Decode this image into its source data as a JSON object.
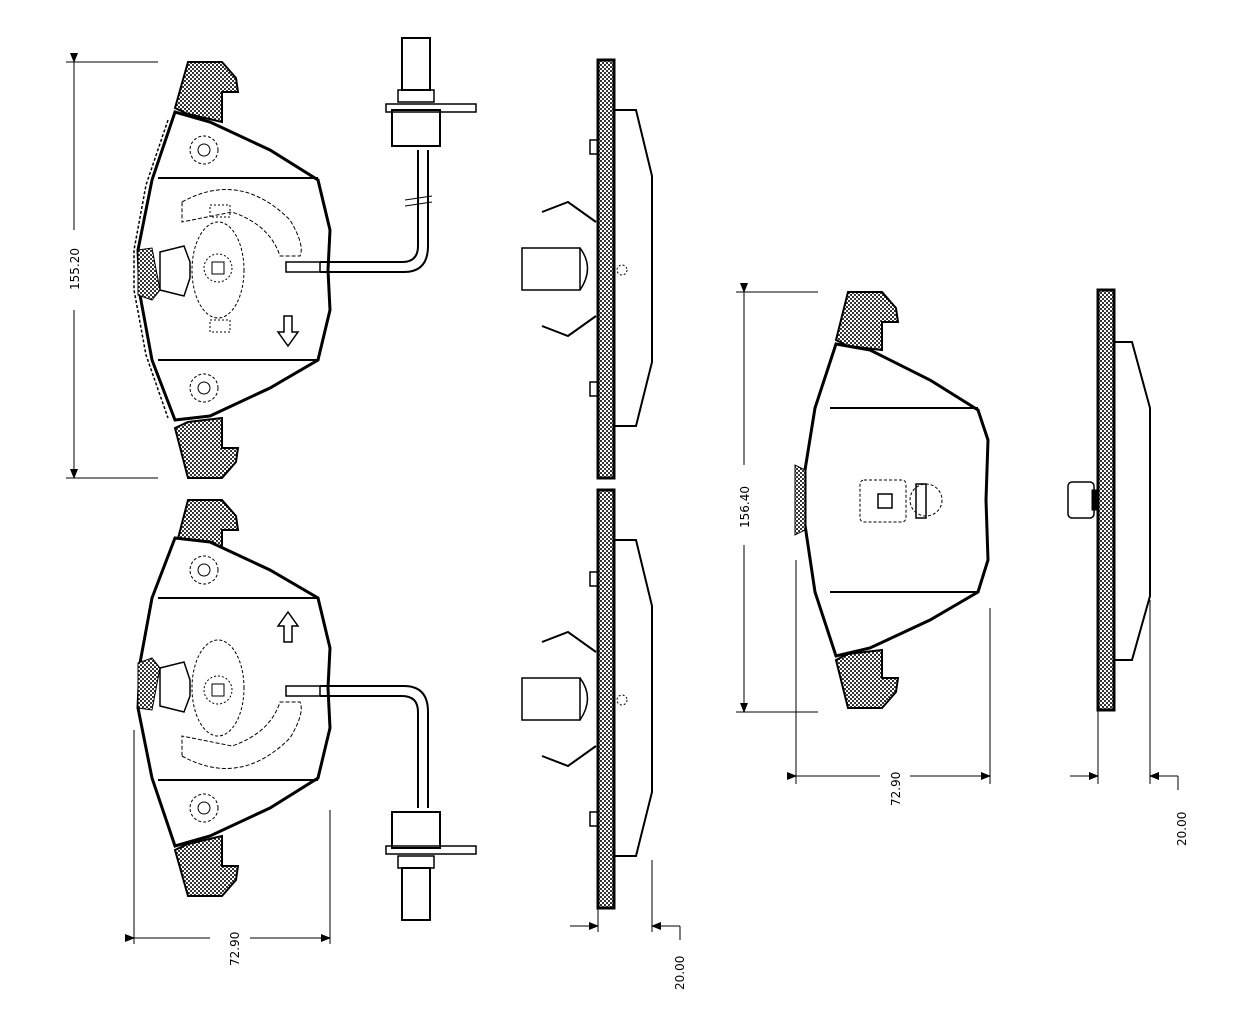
{
  "drawing": {
    "title": "Brake pad set technical drawing",
    "colors": {
      "line": "#000000",
      "background": "#ffffff",
      "hatch": "#555555"
    }
  },
  "dimensions": {
    "pad_a_height": "155.20",
    "pad_a_width": "72.90",
    "pad_a_thickness": "20.00",
    "pad_b_height": "156.40",
    "pad_b_width": "72.90",
    "pad_b_thickness": "20.00"
  },
  "views": [
    {
      "name": "inner pad with wear sensor - front view (top)"
    },
    {
      "name": "inner pad with wear sensor - front view (bottom)"
    },
    {
      "name": "inner pad with clip - side view (top)"
    },
    {
      "name": "inner pad with clip - side view (bottom)"
    },
    {
      "name": "outer pad - front view"
    },
    {
      "name": "outer pad - side view"
    }
  ]
}
